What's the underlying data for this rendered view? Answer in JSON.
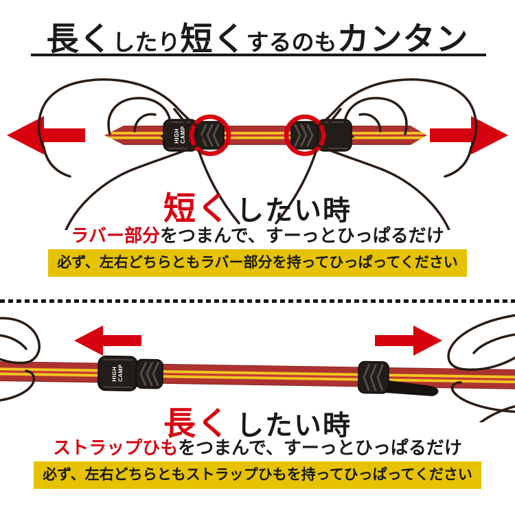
{
  "colors": {
    "accent_red": "#d7000f",
    "note_yellow": "#e6c200",
    "ink": "#1a1a1a",
    "hand_line": "#2a1c14",
    "strap_red": "#ad3330",
    "strap_yellow": "#f3c722",
    "rubber_black": "#221d1a"
  },
  "title": {
    "segments": [
      {
        "text": "長く"
      },
      {
        "text": "したり"
      },
      {
        "text": "短く"
      },
      {
        "text": "するのも"
      },
      {
        "text": "カンタン"
      }
    ]
  },
  "shorten": {
    "heading_accent": "短く",
    "heading_rest": "したい時",
    "desc_accent": "ラバー部分",
    "desc_rest": "をつまんで、すーっとひっぱるだけ",
    "note": "必ず、左右どちらともラバー部分を持ってひっぱってください"
  },
  "lengthen": {
    "heading_accent": "長く",
    "heading_rest": "したい時",
    "desc_accent": "ストラップひも",
    "desc_rest": "をつまんで、すーっとひっぱるだけ",
    "note": "必ず、左右どちらともストラップひもを持ってひっぱってください"
  },
  "strap": {
    "brand_line1": "HIGH",
    "brand_line2": "CAMP"
  }
}
